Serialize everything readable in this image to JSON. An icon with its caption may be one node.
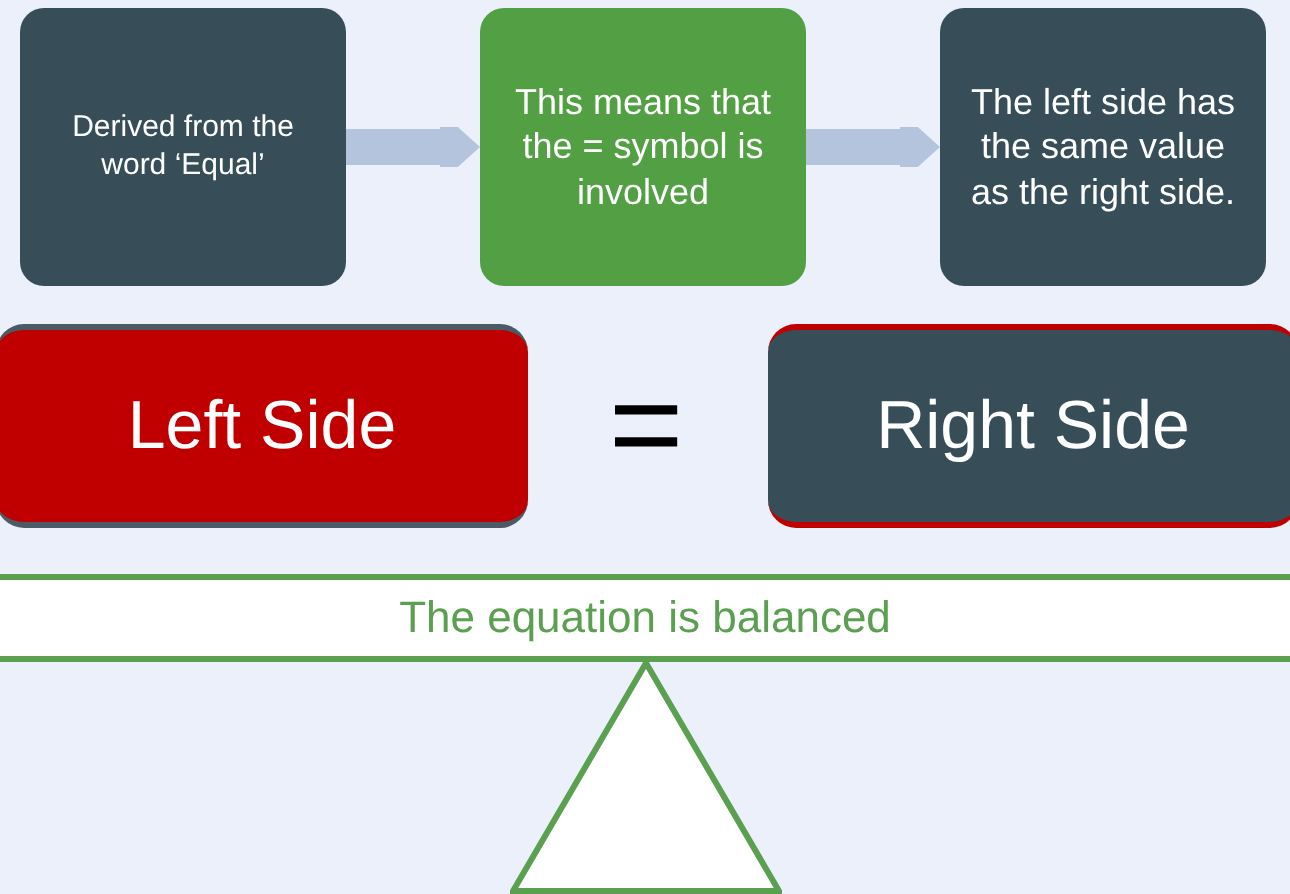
{
  "diagram": {
    "nodes": [
      {
        "text": [
          "Derived from the word ‘Equal’"
        ]
      },
      {
        "text": [
          "This means that the = symbol is involved"
        ]
      },
      {
        "text": [
          "The left side has the same value as the right side."
        ]
      },
      {
        "text": [
          "Left Side"
        ]
      },
      {
        "text": [
          "Right Side"
        ]
      },
      {
        "text": [
          "The equation is balanced"
        ]
      },
      {
        "text": [],
        "shape": "triangle"
      }
    ],
    "edges": [
      {
        "from": 0,
        "to": 1,
        "arrow": "to"
      },
      {
        "from": 1,
        "to": 2,
        "arrow": "to"
      }
    ],
    "labels": [
      "="
    ]
  }
}
